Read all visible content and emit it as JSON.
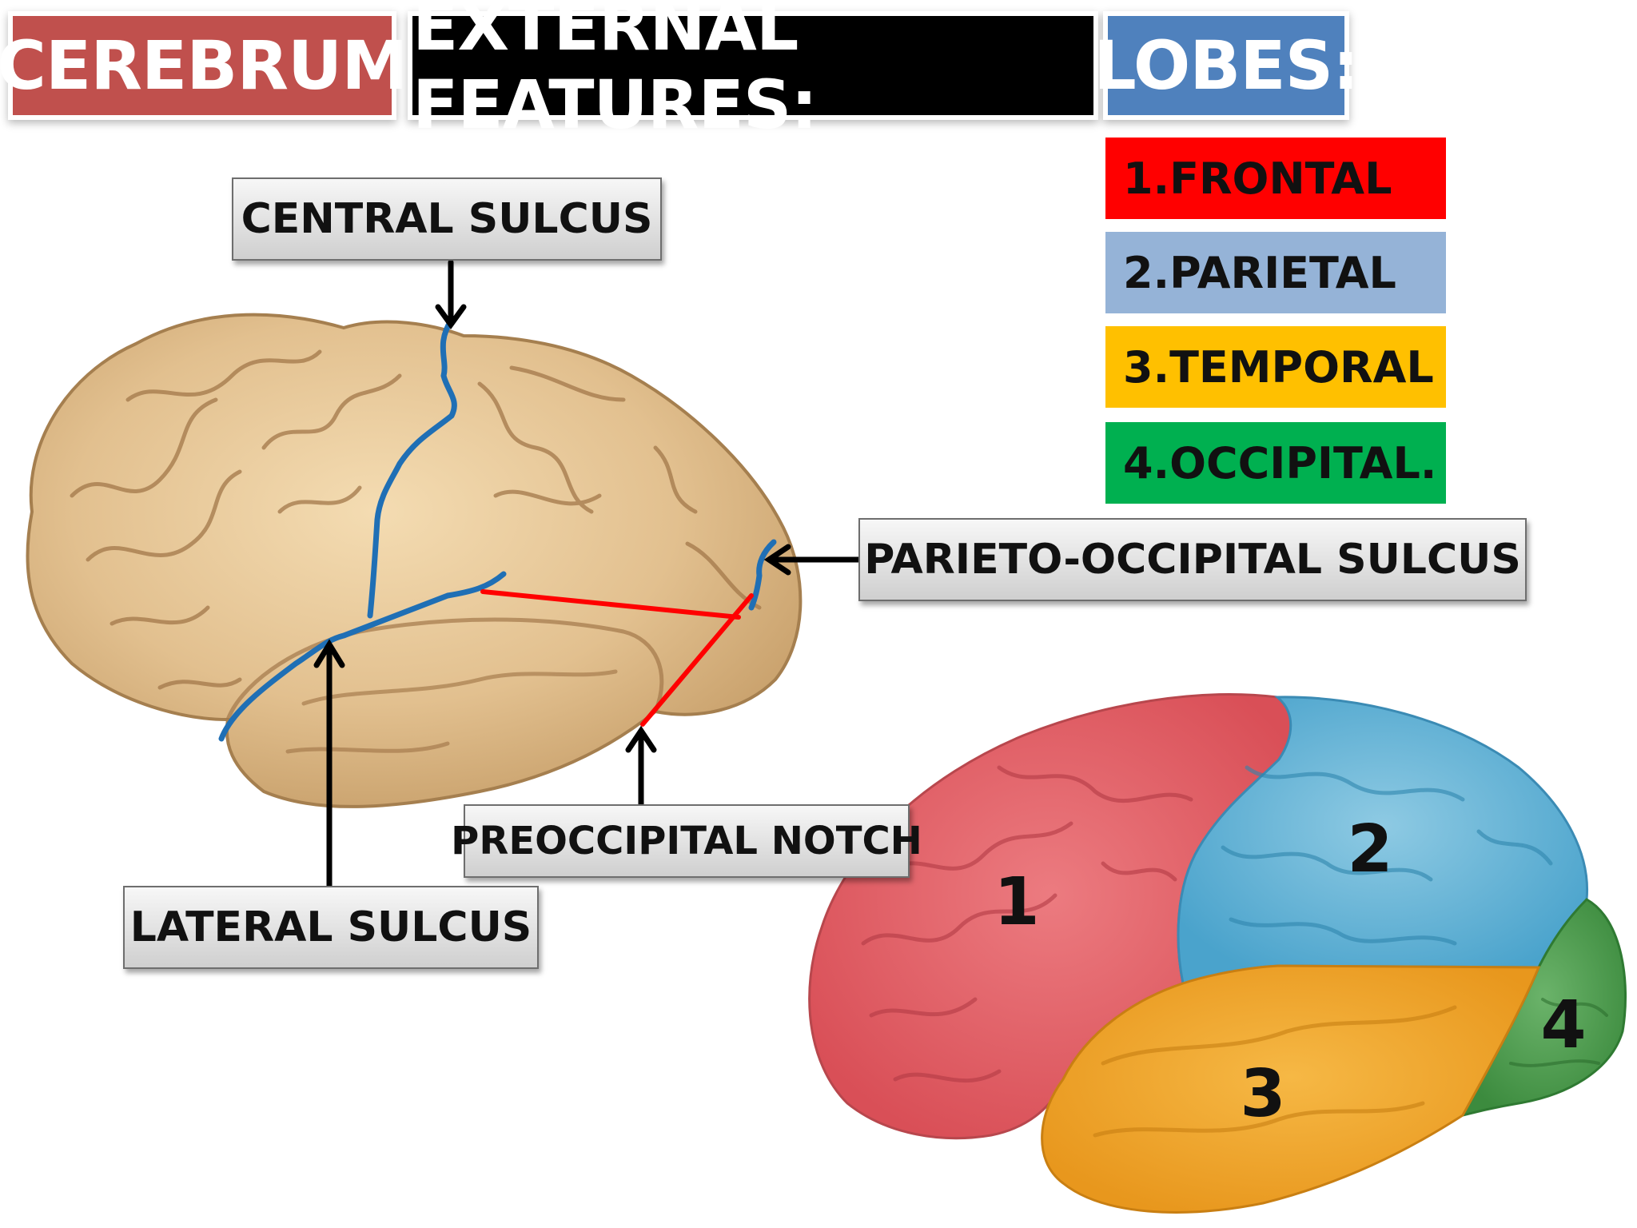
{
  "titles": {
    "cerebrum": "CEREBRUM",
    "external_features": "EXTERNAL FEATURES:",
    "lobes": "LOBES:"
  },
  "lobes": [
    {
      "label": "1.FRONTAL",
      "color": "#ff0000"
    },
    {
      "label": "2.PARIETAL",
      "color": "#95b3d7"
    },
    {
      "label": "3.TEMPORAL",
      "color": "#ffc000"
    },
    {
      "label": "4.OCCIPITAL.",
      "color": "#00b050"
    }
  ],
  "labels": {
    "central_sulcus": "CENTRAL SULCUS",
    "parieto_occipital_sulcus": "PARIETO-OCCIPITAL SULCUS",
    "preoccipital_notch": "PREOCCIPITAL NOTCH",
    "lateral_sulcus": "LATERAL SULCUS"
  },
  "lobe_numbers": {
    "frontal": "1",
    "parietal": "2",
    "temporal": "3",
    "occipital": "4"
  },
  "colors": {
    "cerebrum_title": "#c0504d",
    "external_title": "#000000",
    "lobes_title": "#4f81bd",
    "sulcus_line": "#1f6fb5",
    "boundary_line": "#ff0000",
    "brain_tan": "#e2c08f"
  }
}
